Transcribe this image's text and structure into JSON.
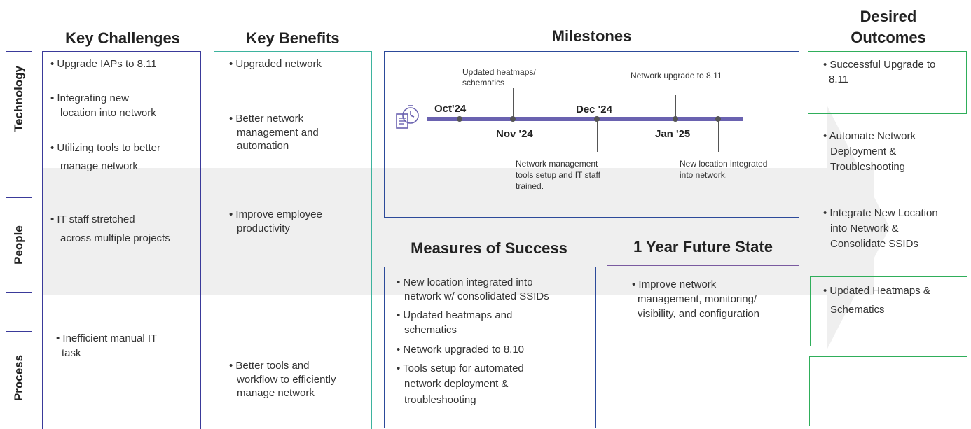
{
  "headings": {
    "challenges": "Key Challenges",
    "benefits": "Key Benefits",
    "milestones": "Milestones",
    "desired_line1": "Desired",
    "desired_line2": "Outcomes",
    "measures": "Measures of Success",
    "future": "1 Year Future State"
  },
  "rows": [
    "Technology",
    "People",
    "Process"
  ],
  "challenges": [
    "• Upgrade IAPs to 8.11",
    "• Integrating new",
    "location into network",
    "• Utilizing tools to better",
    "manage network",
    "• IT staff stretched",
    "across multiple projects",
    "• Inefficient manual IT",
    "task"
  ],
  "benefits": [
    "• Upgraded network",
    "• Better network",
    "management and",
    "automation",
    "• Improve employee",
    "productivity",
    "• Better tools and",
    "workflow to efficiently",
    "manage network"
  ],
  "milestones": {
    "dates": [
      "Oct'24",
      "Nov '24",
      "Dec '24",
      "Jan '25"
    ],
    "above": [
      {
        "line1": "Updated heatmaps/",
        "line2": "schematics"
      },
      {
        "line1": "Network upgrade to 8.11",
        "line2": ""
      }
    ],
    "below": [
      {
        "line1": "Network management",
        "line2": "tools setup and IT staff",
        "line3": "trained."
      },
      {
        "line1": "New location integrated",
        "line2": "into network.",
        "line3": ""
      }
    ]
  },
  "measures": [
    "• New location integrated into",
    "network w/ consolidated SSIDs",
    "• Updated heatmaps and",
    "schematics",
    "• Network upgraded to 8.10",
    "• Tools setup for automated",
    "network deployment &",
    "troubleshooting"
  ],
  "future": [
    "• Improve network",
    "management, monitoring/",
    "visibility, and configuration"
  ],
  "outcomes": [
    "• Successful Upgrade to",
    "8.11",
    "• Automate Network",
    "Deployment &",
    "Troubleshooting",
    "• Integrate New Location",
    "into Network &",
    "Consolidate SSIDs",
    "• Updated Heatmaps &",
    "Schematics"
  ],
  "colors": {
    "purple_border": "#3a3a9a",
    "teal_border": "#3db39e",
    "blue_border": "#2c4a9a",
    "mauve_border": "#7a5aa0",
    "green_border": "#2fae5a",
    "timeline": "#6a62b0",
    "band": "#efefef"
  }
}
